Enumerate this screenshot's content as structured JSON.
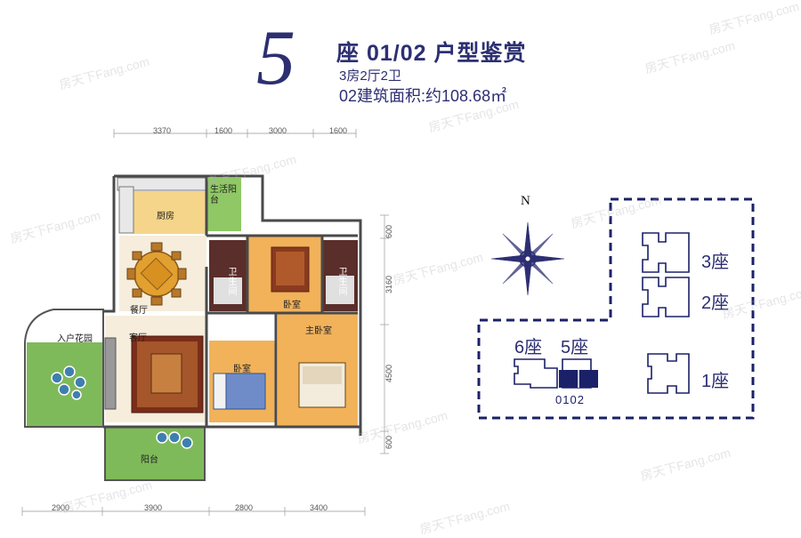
{
  "header": {
    "building_number": "5",
    "title": "座 01/02 户型鉴赏",
    "layout_desc": "3房2厅2卫",
    "area_text": "02建筑面积:约108.68㎡"
  },
  "dimensions": {
    "top": [
      "3370",
      "1600",
      "3000",
      "1600"
    ],
    "bottom": [
      "2900",
      "3900",
      "2800",
      "3400"
    ],
    "right": [
      "600",
      "3160",
      "4500",
      "600"
    ]
  },
  "rooms": {
    "kitchen": "厨房",
    "service_balcony": "生活阳台",
    "dining": "餐厅",
    "living": "客厅",
    "entry_garden": "入户花园",
    "balcony": "阳台",
    "bathroom_1": "卫生间",
    "bathroom_2": "卫生间",
    "bedroom_north": "卧室",
    "bedroom_south": "卧室",
    "master_bedroom": "主卧室"
  },
  "site_plan": {
    "compass": "N",
    "blocks": [
      "3座",
      "2座",
      "1座",
      "6座",
      "5座"
    ],
    "unit_label": "0102"
  },
  "watermark": "房天下Fang.com",
  "colors": {
    "brand": "#2d2f72",
    "floor_wood": "#f1b25a",
    "kitchen_floor": "#f4d58a",
    "garden": "#7fba5a",
    "highlight_unit": "#1b2168"
  }
}
